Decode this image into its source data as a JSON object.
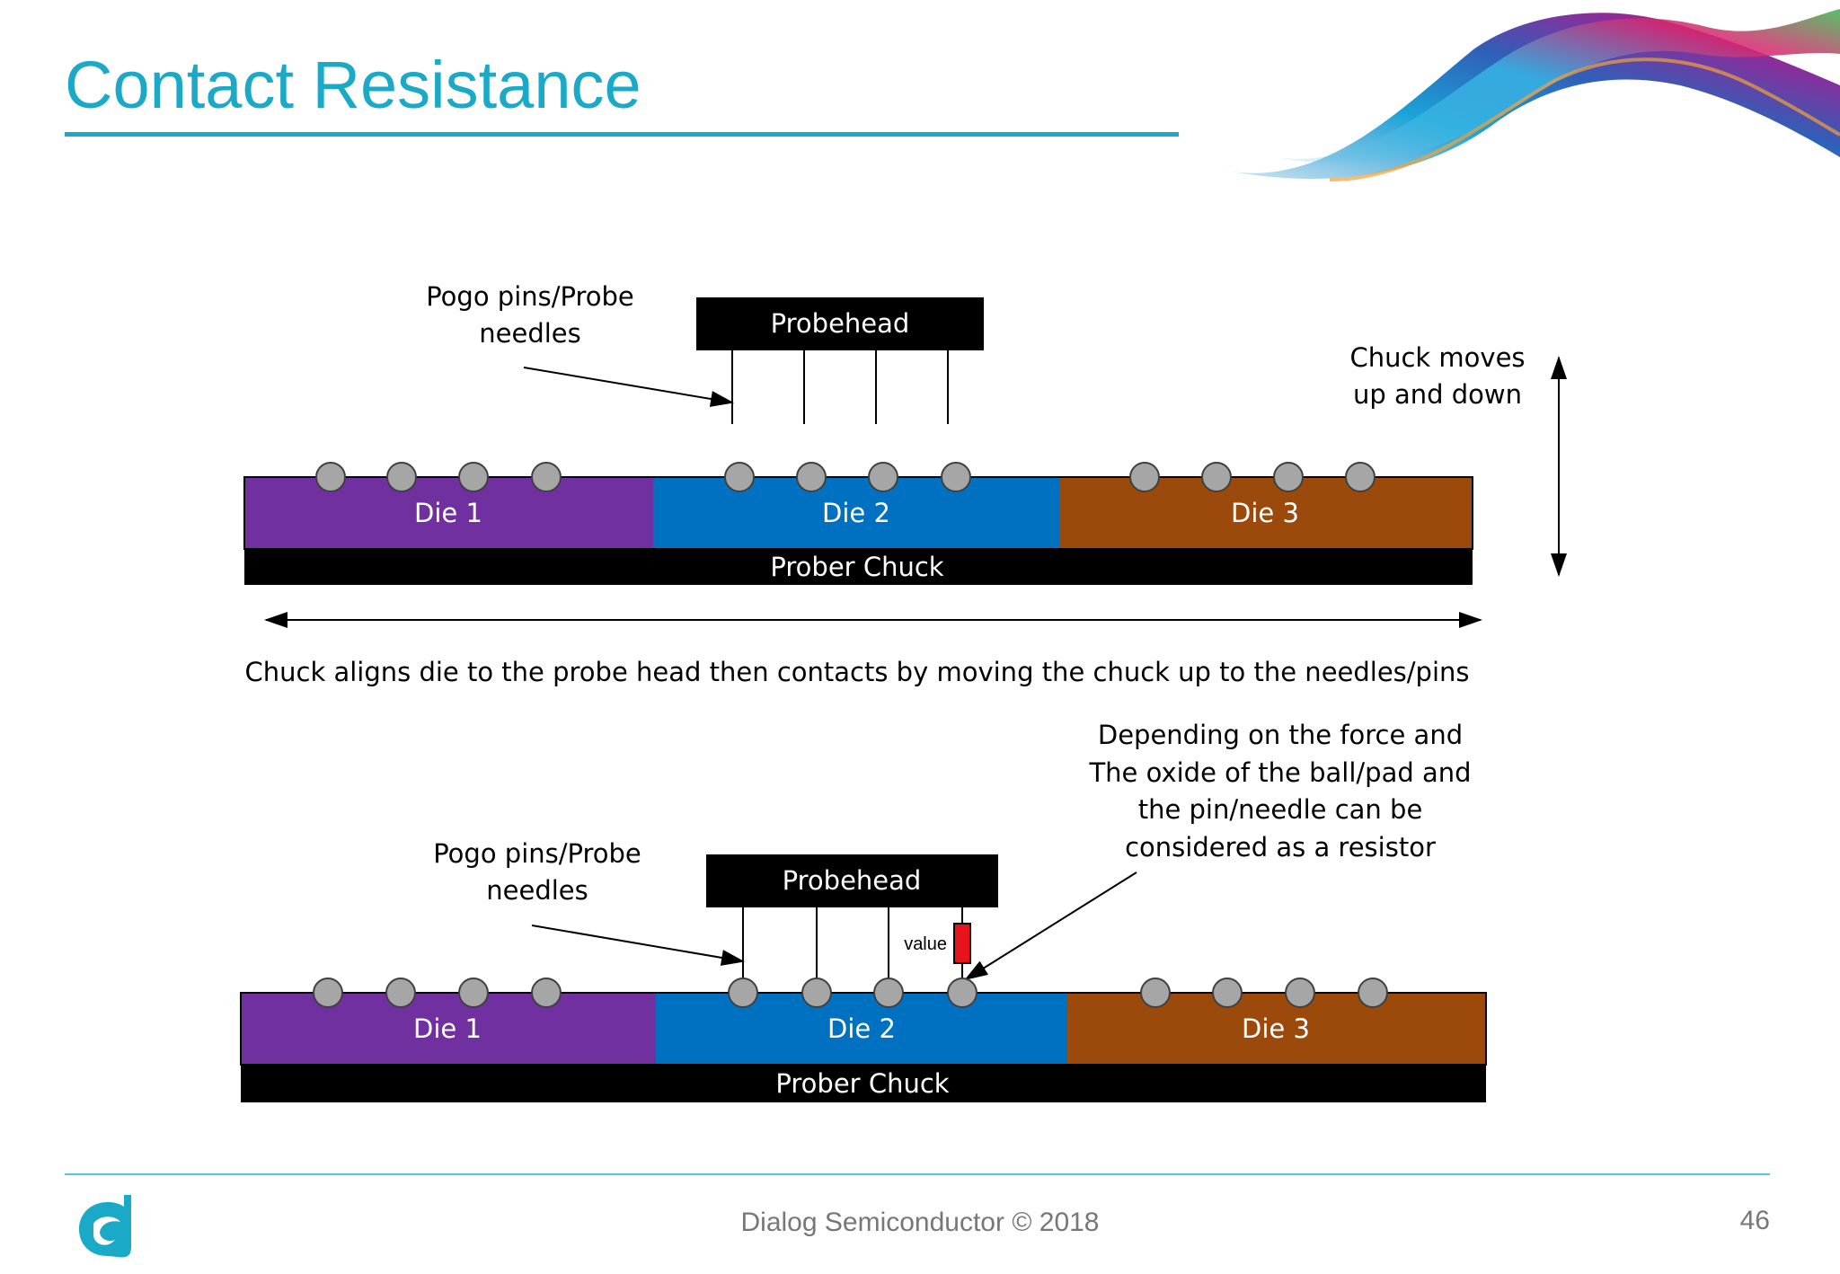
{
  "slide": {
    "title": "Contact Resistance",
    "footer": "Dialog Semiconductor © 2018",
    "page_number": "46"
  },
  "colors": {
    "accent": "#1ba9c8",
    "die1": "#7030a0",
    "die2": "#0070c0",
    "die3": "#9c4a0b",
    "chuck": "#000000",
    "ball": "#a6a6a6",
    "resistor": "#e8141c"
  },
  "top_diagram": {
    "pins_label_line1": "Pogo pins/Probe",
    "pins_label_line2": "needles",
    "probehead": "Probehead",
    "die1": "Die 1",
    "die2": "Die 2",
    "die3": "Die 3",
    "chuck": "Prober Chuck",
    "vertical_label_line1": "Chuck moves",
    "vertical_label_line2": "up and down",
    "caption": "Chuck aligns die to the probe head then contacts by moving the chuck up to the needles/pins"
  },
  "bottom_diagram": {
    "pins_label_line1": "Pogo pins/Probe",
    "pins_label_line2": "needles",
    "probehead": "Probehead",
    "resistor_label": "value",
    "die1": "Die 1",
    "die2": "Die 2",
    "die3": "Die 3",
    "chuck": "Prober Chuck",
    "note_line1": "Depending on the force and",
    "note_line2": "The oxide of the ball/pad and",
    "note_line3": "the pin/needle can be",
    "note_line4": "considered as a resistor"
  },
  "icons": {
    "logo": "dialog-logo-icon",
    "banner": "ribbon-swoosh-icon"
  }
}
